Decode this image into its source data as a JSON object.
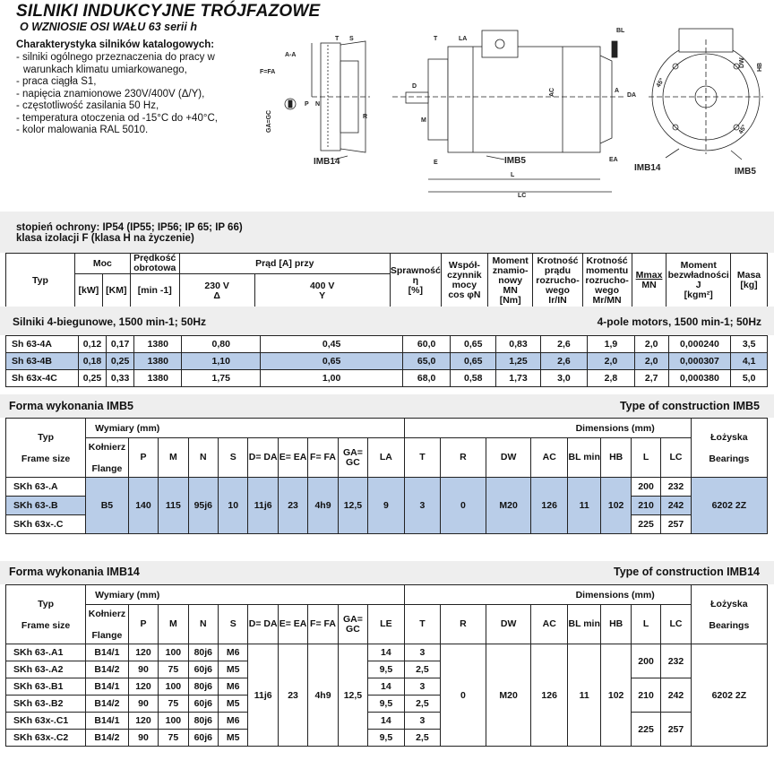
{
  "header": {
    "title": "SILNIKI INDUKCYJNE TRÓJFAZOWE",
    "subtitle": "O WZNIOSIE OSI WAŁU  63 serii h",
    "char_heading": "Charakterystyka silników katalogowych:",
    "char_items": [
      "- silniki ogólnego przeznaczenia do pracy w",
      "  warunkach klimatu umiarkowanego,",
      "- praca ciągła S1,",
      "- napięcia znamionowe 230V/400V (Δ/Y),",
      "- częstotliwość zasilania 50 Hz,",
      "- temperatura otoczenia od -15°C do +40°C,",
      "- kolor malowania RAL 5010."
    ]
  },
  "diagram": {
    "labels": {
      "aa": "A-A",
      "fa": "F=FA",
      "gc": "GA=GC",
      "p": "P",
      "n": "N",
      "t": "T",
      "s": "S",
      "r": "R",
      "imb14": "IMB14",
      "la": "LA",
      "d": "D",
      "m": "M",
      "e": "E",
      "imb5": "IMB5",
      "ac": "AC",
      "a": "A",
      "da": "DA",
      "ea": "EA",
      "bl": "BL",
      "l": "L",
      "lc": "LC",
      "dw": "DW",
      "hb": "HB",
      "deg": "45°"
    }
  },
  "protection": {
    "line1": "stopień ochrony: IP54 (IP55; IP56; IP 65; IP 66)",
    "line2": "klasa izolacji F (klasa H na życzenie)"
  },
  "main_header": {
    "typ": "Typ",
    "moc": "Moc",
    "kw": "[kW]",
    "km": "[KM]",
    "speed": "Prędkość obrotowa",
    "speed_unit": "[min -1]",
    "current": "Prąd [A] przy",
    "v230": "230 V",
    "v230s": "Δ",
    "v400": "400 V",
    "v400s": "Y",
    "eff": "Sprawność",
    "eff_sym": "η",
    "eff_unit": "[%]",
    "pf": "Współ-czynnik mocy",
    "pf_sym": "cos φN",
    "torque": "Moment znamio-nowy",
    "torque_sym": "MN",
    "torque_unit": "[Nm]",
    "ir": "Krotność prądu rozrucho-wego",
    "ir_sym": "Ir/IN",
    "mr": "Krotność momentu rozrucho-wego",
    "mr_sym": "Mr/MN",
    "mmax": "Mmax",
    "mmax_den": "MN",
    "inertia": "Moment bezwładności",
    "inertia_sym": "J",
    "inertia_unit": "[kgm²]",
    "mass": "Masa",
    "mass_unit": "[kg]"
  },
  "section1": {
    "left": "Silniki 4-biegunowe, 1500 min-1; 50Hz",
    "right": "4-pole motors, 1500 min-1; 50Hz"
  },
  "motors": [
    [
      "Sh 63-4A",
      "0,12",
      "0,17",
      "1380",
      "0,80",
      "0,45",
      "60,0",
      "0,65",
      "0,83",
      "2,6",
      "1,9",
      "2,0",
      "0,000240",
      "3,5"
    ],
    [
      "Sh 63-4B",
      "0,18",
      "0,25",
      "1380",
      "1,10",
      "0,65",
      "65,0",
      "0,65",
      "1,25",
      "2,6",
      "2,0",
      "2,0",
      "0,000307",
      "4,1"
    ],
    [
      "Sh 63x-4C",
      "0,25",
      "0,33",
      "1380",
      "1,75",
      "1,00",
      "68,0",
      "0,58",
      "1,73",
      "3,0",
      "2,8",
      "2,7",
      "0,000380",
      "5,0"
    ]
  ],
  "imb5": {
    "left": "Forma wykonania IMB5",
    "right": "Type of construction IMB5",
    "h_typ": "Typ",
    "h_frame": "Frame size",
    "h_wym": "Wymiary (mm)",
    "h_dim": "Dimensions (mm)",
    "h_bear": "Łożyska",
    "h_bear2": "Bearings",
    "h_kol": "Kołnierz",
    "h_flange": "Flange",
    "cols": [
      "P",
      "M",
      "N",
      "S",
      "D= DA",
      "E= EA",
      "F= FA",
      "GA= GC",
      "LA",
      "T",
      "R",
      "DW",
      "AC",
      "BL min",
      "HB",
      "L",
      "LC"
    ],
    "types": [
      "SKh 63-.A",
      "SKh 63-.B",
      "SKh 63x-.C"
    ],
    "shared": [
      "B5",
      "140",
      "115",
      "95j6",
      "10",
      "11j6",
      "23",
      "4h9",
      "12,5",
      "9",
      "3",
      "0",
      "M20",
      "126",
      "11",
      "102"
    ],
    "L": [
      "200",
      "210",
      "225"
    ],
    "LC": [
      "232",
      "242",
      "257"
    ],
    "bearings": "6202 2Z"
  },
  "imb14": {
    "left": "Forma wykonania IMB14",
    "right": "Type of construction IMB14",
    "cols": [
      "P",
      "M",
      "N",
      "S",
      "D= DA",
      "E= EA",
      "F= FA",
      "GA= GC",
      "LE",
      "T",
      "R",
      "DW",
      "AC",
      "BL min",
      "HB",
      "L",
      "LC"
    ],
    "rows": [
      [
        "SKh 63-.A1",
        "B14/1",
        "120",
        "100",
        "80j6",
        "M6",
        "14",
        "3"
      ],
      [
        "SKh 63-.A2",
        "B14/2",
        "90",
        "75",
        "60j6",
        "M5",
        "9,5",
        "2,5"
      ],
      [
        "SKh 63-.B1",
        "B14/1",
        "120",
        "100",
        "80j6",
        "M6",
        "14",
        "3"
      ],
      [
        "SKh 63-.B2",
        "B14/2",
        "90",
        "75",
        "60j6",
        "M5",
        "9,5",
        "2,5"
      ],
      [
        "SKh 63x-.C1",
        "B14/1",
        "120",
        "100",
        "80j6",
        "M6",
        "14",
        "3"
      ],
      [
        "SKh 63x-.C2",
        "B14/2",
        "90",
        "75",
        "60j6",
        "M5",
        "9,5",
        "2,5"
      ]
    ],
    "shared": [
      "11j6",
      "23",
      "4h9",
      "12,5",
      "0",
      "M20",
      "126",
      "11",
      "102"
    ],
    "L": [
      "200",
      "210",
      "225"
    ],
    "LC": [
      "232",
      "242",
      "257"
    ],
    "bearings": "6202 2Z"
  }
}
